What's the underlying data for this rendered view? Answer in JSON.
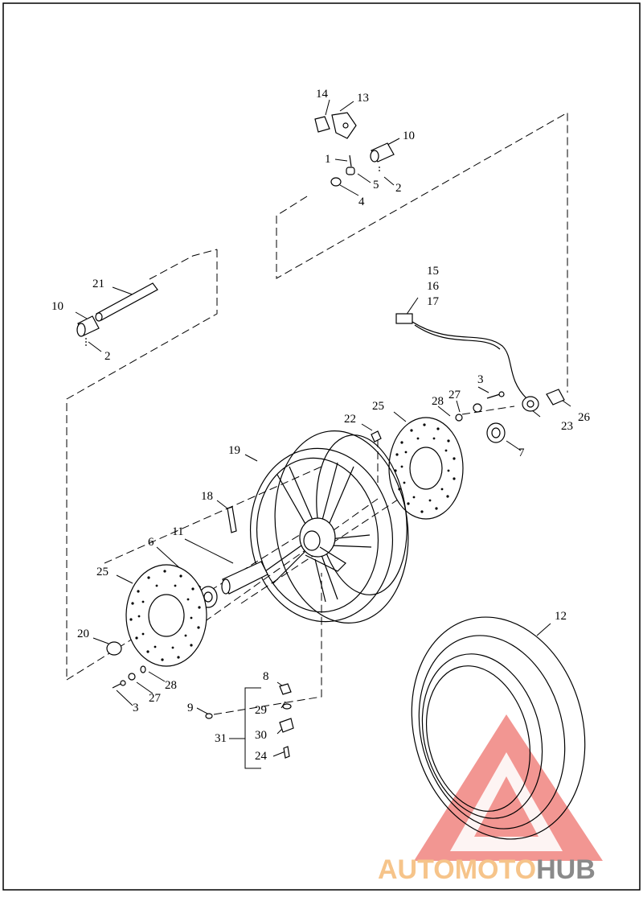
{
  "part_labels": {
    "p1": "1",
    "p2a": "2",
    "p2b": "2",
    "p3a": "3",
    "p3b": "3",
    "p4": "4",
    "p5": "5",
    "p6": "6",
    "p7": "7",
    "p8": "8",
    "p9": "9",
    "p10a": "10",
    "p10b": "10",
    "p11": "11",
    "p12": "12",
    "p13": "13",
    "p14": "14",
    "p15": "15",
    "p16": "16",
    "p17": "17",
    "p18": "18",
    "p19": "19",
    "p20": "20",
    "p21": "21",
    "p22": "22",
    "p23": "23",
    "p24": "24",
    "p25a": "25",
    "p25b": "25",
    "p26": "26",
    "p27a": "27",
    "p27b": "27",
    "p28a": "28",
    "p28b": "28",
    "p29": "29",
    "p30": "30",
    "p31": "31"
  },
  "watermark": {
    "part1": "AUTO",
    "part2": "MOTO",
    "part3": "HUB"
  },
  "colors": {
    "line": "#000000",
    "logo_red": "#e8413a",
    "logo_orange": "#f6c48a",
    "logo_gray": "#8a8a8a"
  }
}
